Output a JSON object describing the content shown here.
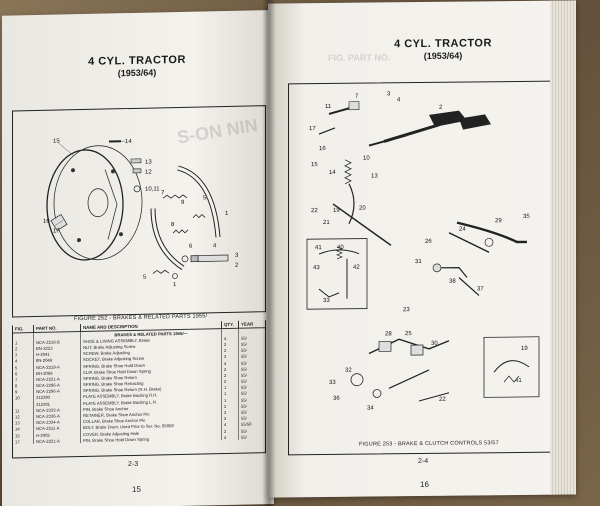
{
  "left_page": {
    "title_line1": "4 CYL. TRACTOR",
    "title_line2": "(1953/64)",
    "figure_caption": "FIGURE 252 - BRAKES & RELATED PARTS 1955/",
    "table_headers": {
      "fig": "FIG.",
      "part": "PART NO.",
      "name": "NAME AND DESCRIPTION",
      "qty": "QTY.",
      "year": "YEAR"
    },
    "table_section": "BRAKES & RELATED PARTS 1955/—",
    "rows": [
      {
        "fig": "1",
        "part": "NCA-2218-B",
        "desc": "SHOE & LINING ASSEMBLY, Brake",
        "qty": "4",
        "year": "55/"
      },
      {
        "fig": "2",
        "part": "BN-2223",
        "desc": "NUT, Brake Adjusting Screw",
        "qty": "2",
        "year": "55/"
      },
      {
        "fig": "3",
        "part": "H-2041",
        "desc": "SCREW, Brake Adjusting",
        "qty": "2",
        "year": "55/"
      },
      {
        "fig": "4",
        "part": "8N-2049",
        "desc": "SOCKET, Brake Adjusting Screw",
        "qty": "2",
        "year": "55/"
      },
      {
        "fig": "5",
        "part": "NCA-2219-A",
        "desc": "SPRING, Brake Shoe Hold Down",
        "qty": "4",
        "year": "55/"
      },
      {
        "fig": "6",
        "part": "BH-2066",
        "desc": "CLIP, Brake Shoe Hold Down Spring",
        "qty": "2",
        "year": "55/"
      },
      {
        "fig": "7",
        "part": "NCA-2221-A",
        "desc": "SPRING, Brake Shoe Return",
        "qty": "2",
        "year": "55/"
      },
      {
        "fig": "8",
        "part": "NCA-2296-A",
        "desc": "SPRING, Brake Shoe Retracting",
        "qty": "2",
        "year": "55/"
      },
      {
        "fig": "9",
        "part": "NCA-2296-A",
        "desc": "SPRING, Brake Shoe Return (R.H. Brake)",
        "qty": "1",
        "year": "55/"
      },
      {
        "fig": "10",
        "part": "312380",
        "desc": "PLATE ASSEMBLY, Brake Backing R.H.",
        "qty": "1",
        "year": "55/"
      },
      {
        "fig": "",
        "part": "312381",
        "desc": "PLATE ASSEMBLY, Brake Backing L.H.",
        "qty": "1",
        "year": "55/"
      },
      {
        "fig": "11",
        "part": "NCA-2333-A",
        "desc": "PIN, Brake Shoe Anchor",
        "qty": "2",
        "year": "55/"
      },
      {
        "fig": "12",
        "part": "NCA-2336-A",
        "desc": "RETAINER, Brake Shoe Anchor Pin",
        "qty": "2",
        "year": "55/"
      },
      {
        "fig": "13",
        "part": "NCA-2334-A",
        "desc": "COLLAR, Brake Shoe Anchor Pin",
        "qty": "2",
        "year": "55/"
      },
      {
        "fig": "14",
        "part": "NCA-2211-A",
        "desc": "BOLT, Brake Drum, Used Prior to Ser. No. 85058",
        "qty": "4",
        "year": "55/58"
      },
      {
        "fig": "15",
        "part": "H-2002",
        "desc": "COVER, Brake Adjusting Hole",
        "qty": "2",
        "year": "55/"
      },
      {
        "fig": "17",
        "part": "NCA-2221-A",
        "desc": "PIN, Brake Shoe Hold Down Spring",
        "qty": "4",
        "year": "55/"
      }
    ],
    "section_number": "2-3",
    "page_number": "15"
  },
  "right_page": {
    "title_line1": "4 CYL. TRACTOR",
    "title_line2": "(1953/64)",
    "figure_caption": "FIGURE 253 - BRAKE & CLUTCH CONTROLS 53/57",
    "section_number": "2-4",
    "page_number": "16"
  }
}
